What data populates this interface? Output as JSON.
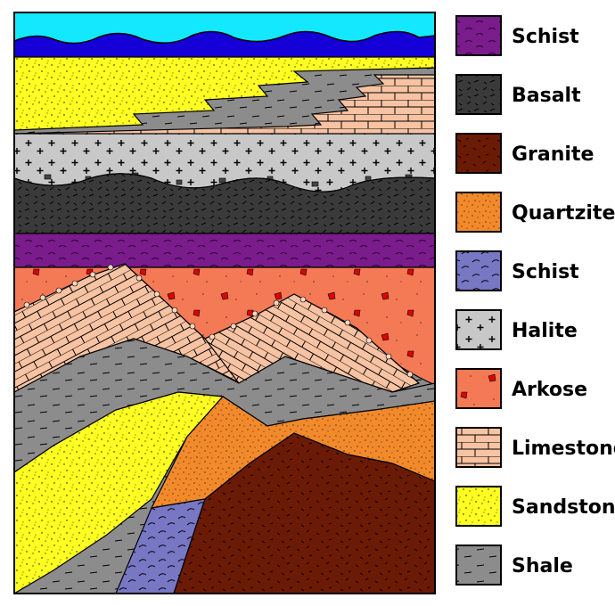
{
  "legend": {
    "items": [
      {
        "id": "schist_purple",
        "label": "Schist",
        "color": "#7a1c8c"
      },
      {
        "id": "basalt",
        "label": "Basalt",
        "color": "#3a3a3a"
      },
      {
        "id": "granite",
        "label": "Granite",
        "color": "#6b1a06"
      },
      {
        "id": "quartzite",
        "label": "Quartzite",
        "color": "#f28a2c"
      },
      {
        "id": "schist_blue",
        "label": "Schist",
        "color": "#7777c4"
      },
      {
        "id": "halite",
        "label": "Halite",
        "color": "#c8c8c8"
      },
      {
        "id": "arkose",
        "label": "Arkose",
        "color": "#f47a55"
      },
      {
        "id": "limestone",
        "label": "Limestone",
        "color": "#f8c3a3"
      },
      {
        "id": "sandstone",
        "label": "Sandstone",
        "color": "#ffff22"
      },
      {
        "id": "shale",
        "label": "Shale",
        "color": "#8c8c8c"
      }
    ]
  },
  "colors": {
    "water": "#14e8ff",
    "deep_water": "#1500d8",
    "outline": "#000000"
  }
}
